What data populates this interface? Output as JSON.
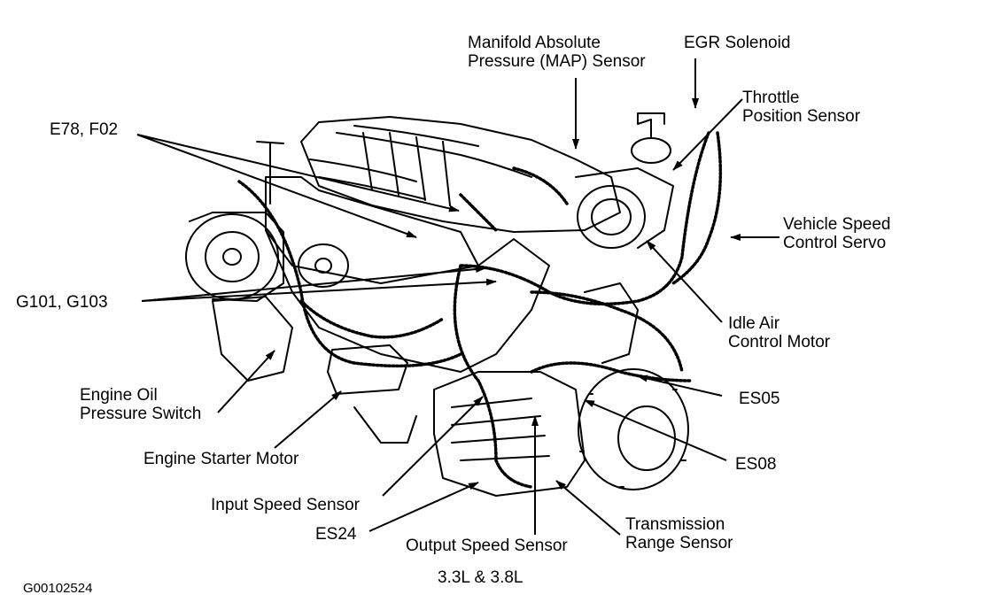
{
  "labels": {
    "map_sensor": [
      "Manifold Absolute",
      "Pressure (MAP) Sensor"
    ],
    "egr_solenoid": [
      "EGR Solenoid"
    ],
    "throttle_position_sensor": [
      "Throttle",
      "Position Sensor"
    ],
    "e78_f02": [
      "E78, F02"
    ],
    "vehicle_speed_control_servo": [
      "Vehicle Speed",
      "Control Servo"
    ],
    "g101_g103": [
      "G101, G103"
    ],
    "idle_air_control_motor": [
      "Idle Air",
      "Control Motor"
    ],
    "engine_oil_pressure_switch": [
      "Engine Oil",
      "Pressure Switch"
    ],
    "es05": [
      "ES05"
    ],
    "engine_starter_motor": [
      "Engine Starter Motor"
    ],
    "es08": [
      "ES08"
    ],
    "input_speed_sensor": [
      "Input Speed Sensor"
    ],
    "transmission_range_sensor": [
      "Transmission",
      "Range Sensor"
    ],
    "es24": [
      "ES24"
    ],
    "output_speed_sensor": [
      "Output Speed Sensor"
    ]
  },
  "caption": "3.3L & 3.8L",
  "figure_id": "G00102524",
  "colors": {
    "ink": "#000000",
    "background": "#ffffff"
  }
}
